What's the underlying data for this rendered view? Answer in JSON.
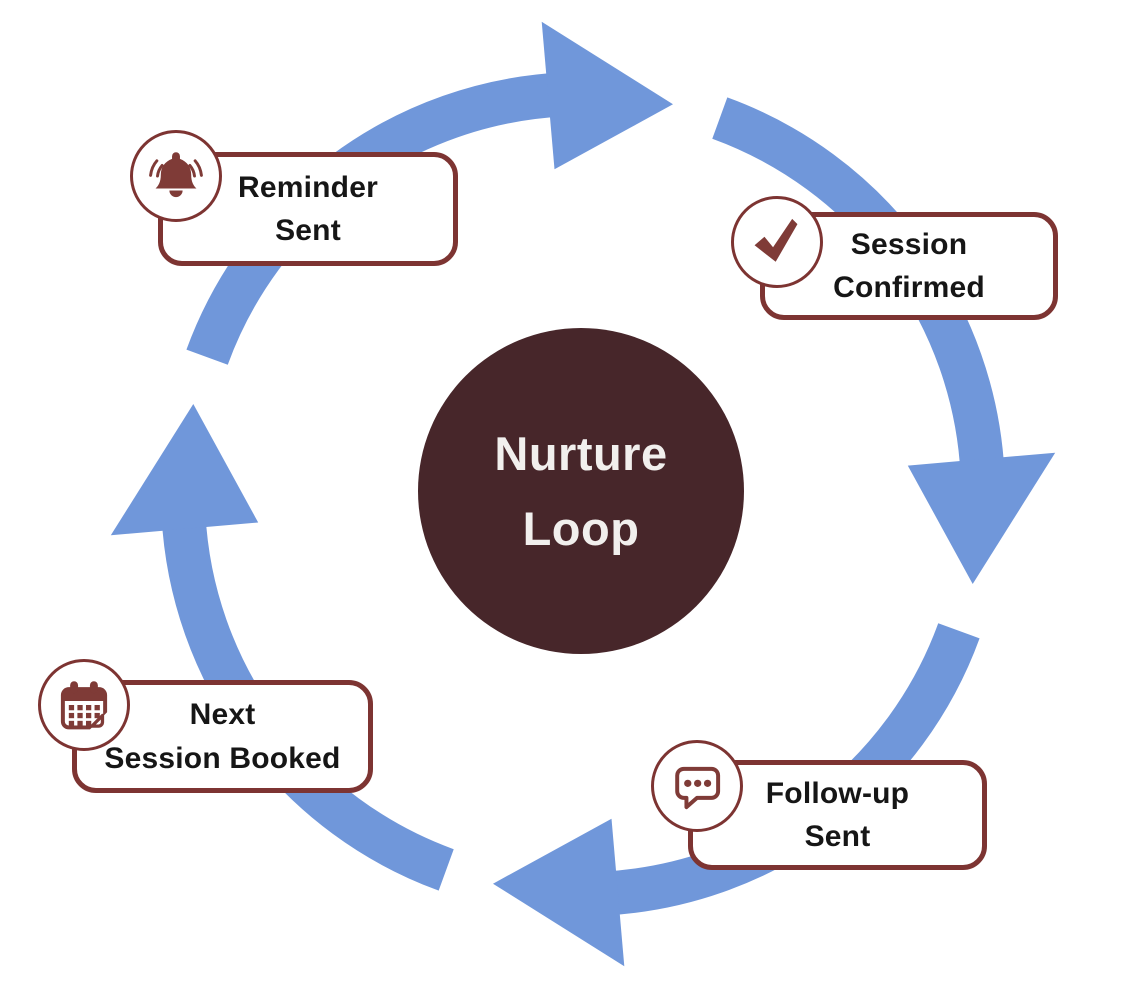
{
  "diagram_title": "Nurture Loop",
  "center": {
    "line1": "Nurture",
    "line2": "Loop"
  },
  "steps": [
    {
      "name": "reminder-sent",
      "line1": "Reminder",
      "line2": "Sent",
      "icon": "bell-icon"
    },
    {
      "name": "session-confirmed",
      "line1": "Session",
      "line2": "Confirmed",
      "icon": "check-icon"
    },
    {
      "name": "follow-up-sent",
      "line1": "Follow-up",
      "line2": "Sent",
      "icon": "chat-icon"
    },
    {
      "name": "next-session-booked",
      "line1": "Next",
      "line2": "Session Booked",
      "icon": "calendar-icon"
    }
  ],
  "colors": {
    "arrow-blue": "#7097da",
    "maroon-border": "#7d3432",
    "maroon-icon": "#7f3b37",
    "circle-brown": "#47262a",
    "circle-text": "#f1efed",
    "label-text": "#161616"
  }
}
